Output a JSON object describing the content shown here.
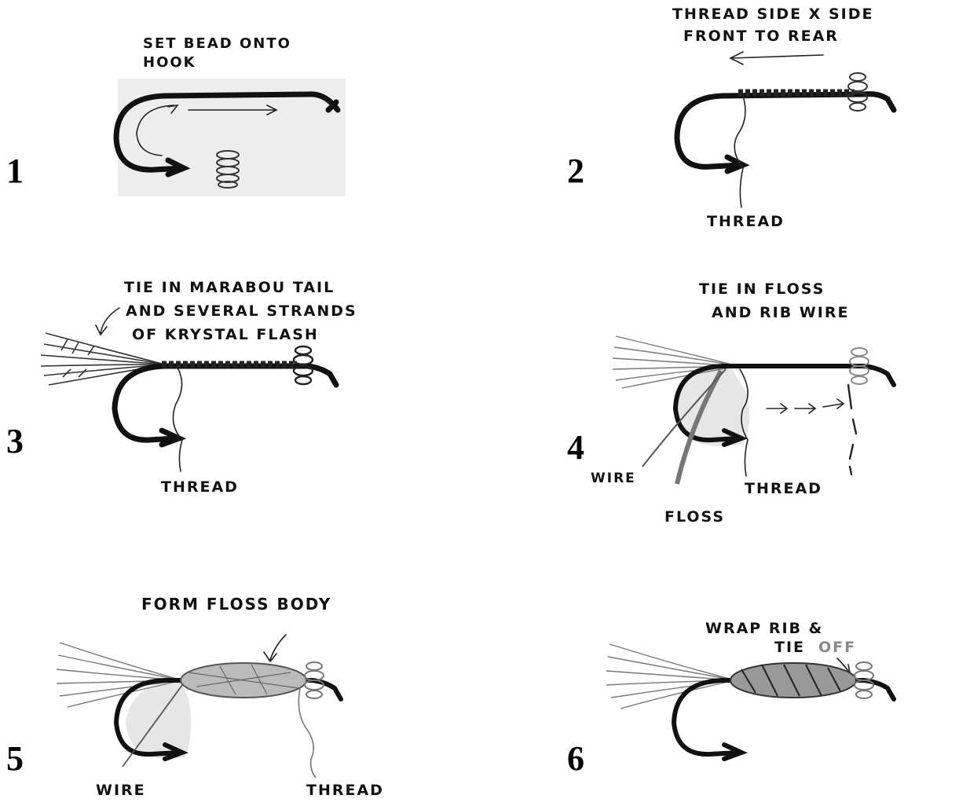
{
  "steps": [
    {
      "number": "1",
      "caption_lines": [
        "SET BEAD ONTO",
        "HOOK"
      ],
      "labels": []
    },
    {
      "number": "2",
      "caption_lines": [
        "THREAD SIDE X SIDE",
        "FRONT TO REAR"
      ],
      "labels": [
        "THREAD"
      ]
    },
    {
      "number": "3",
      "caption_lines": [
        "TIE IN MARABOU TAIL",
        "AND SEVERAL STRANDS",
        "OF KRYSTAL FLASH"
      ],
      "labels": [
        "THREAD"
      ]
    },
    {
      "number": "4",
      "caption_lines": [
        "TIE IN FLOSS",
        "AND RIB WIRE"
      ],
      "labels": [
        "WIRE",
        "THREAD",
        "FLOSS"
      ]
    },
    {
      "number": "5",
      "caption_lines": [
        "FORM FLOSS BODY"
      ],
      "labels": [
        "WIRE",
        "THREAD"
      ]
    },
    {
      "number": "6",
      "caption_lines": [
        "WRAP RIB &",
        "TIE"
      ],
      "caption_gray_word": "OFF",
      "labels": []
    }
  ]
}
